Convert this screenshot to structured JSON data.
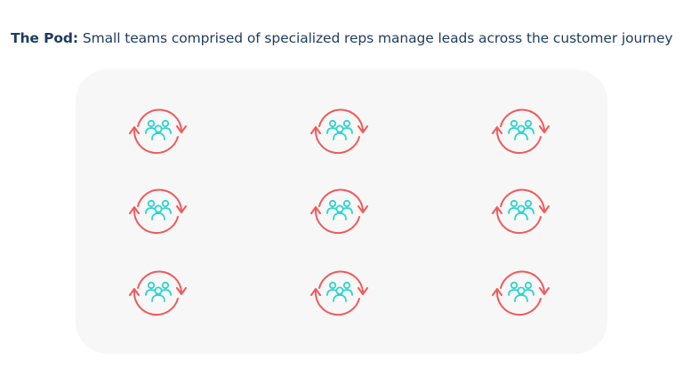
{
  "title": {
    "label": "The Pod:",
    "text": "Small teams comprised of specialized reps manage leads across the customer journey"
  },
  "colors": {
    "arrow": "#f0595a",
    "people": "#2dd4cf",
    "heading": "#1d3c5e",
    "panel": "#f7f7f7"
  },
  "pods": {
    "rows": 3,
    "columns": 3,
    "icon": "team-cycle-icon"
  }
}
